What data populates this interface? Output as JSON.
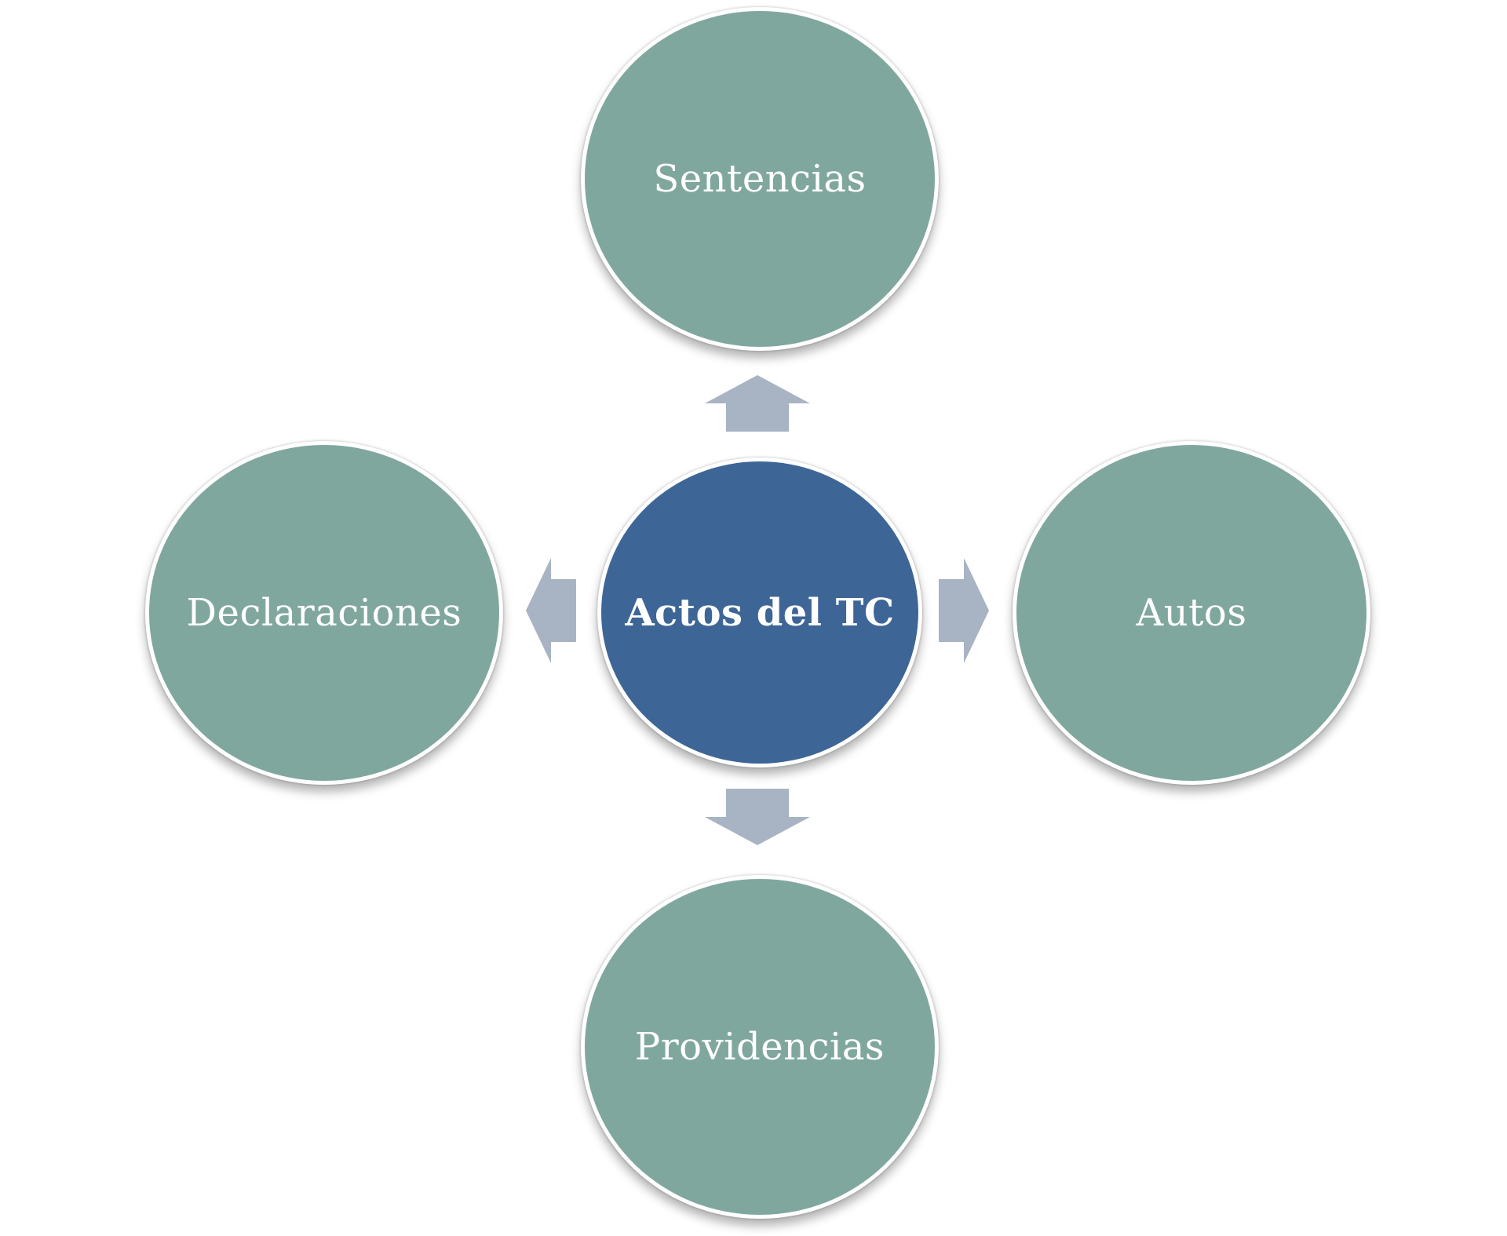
{
  "diagram": {
    "center": {
      "label": "Actos del TC",
      "color": "#3d6696"
    },
    "nodes": [
      {
        "id": "top",
        "label": "Sentencias"
      },
      {
        "id": "left",
        "label": "Declaraciones"
      },
      {
        "id": "right",
        "label": "Autos"
      },
      {
        "id": "bottom",
        "label": "Providencias"
      }
    ],
    "node_color": "#80a79e",
    "arrow_color": "#a8b4c3"
  }
}
